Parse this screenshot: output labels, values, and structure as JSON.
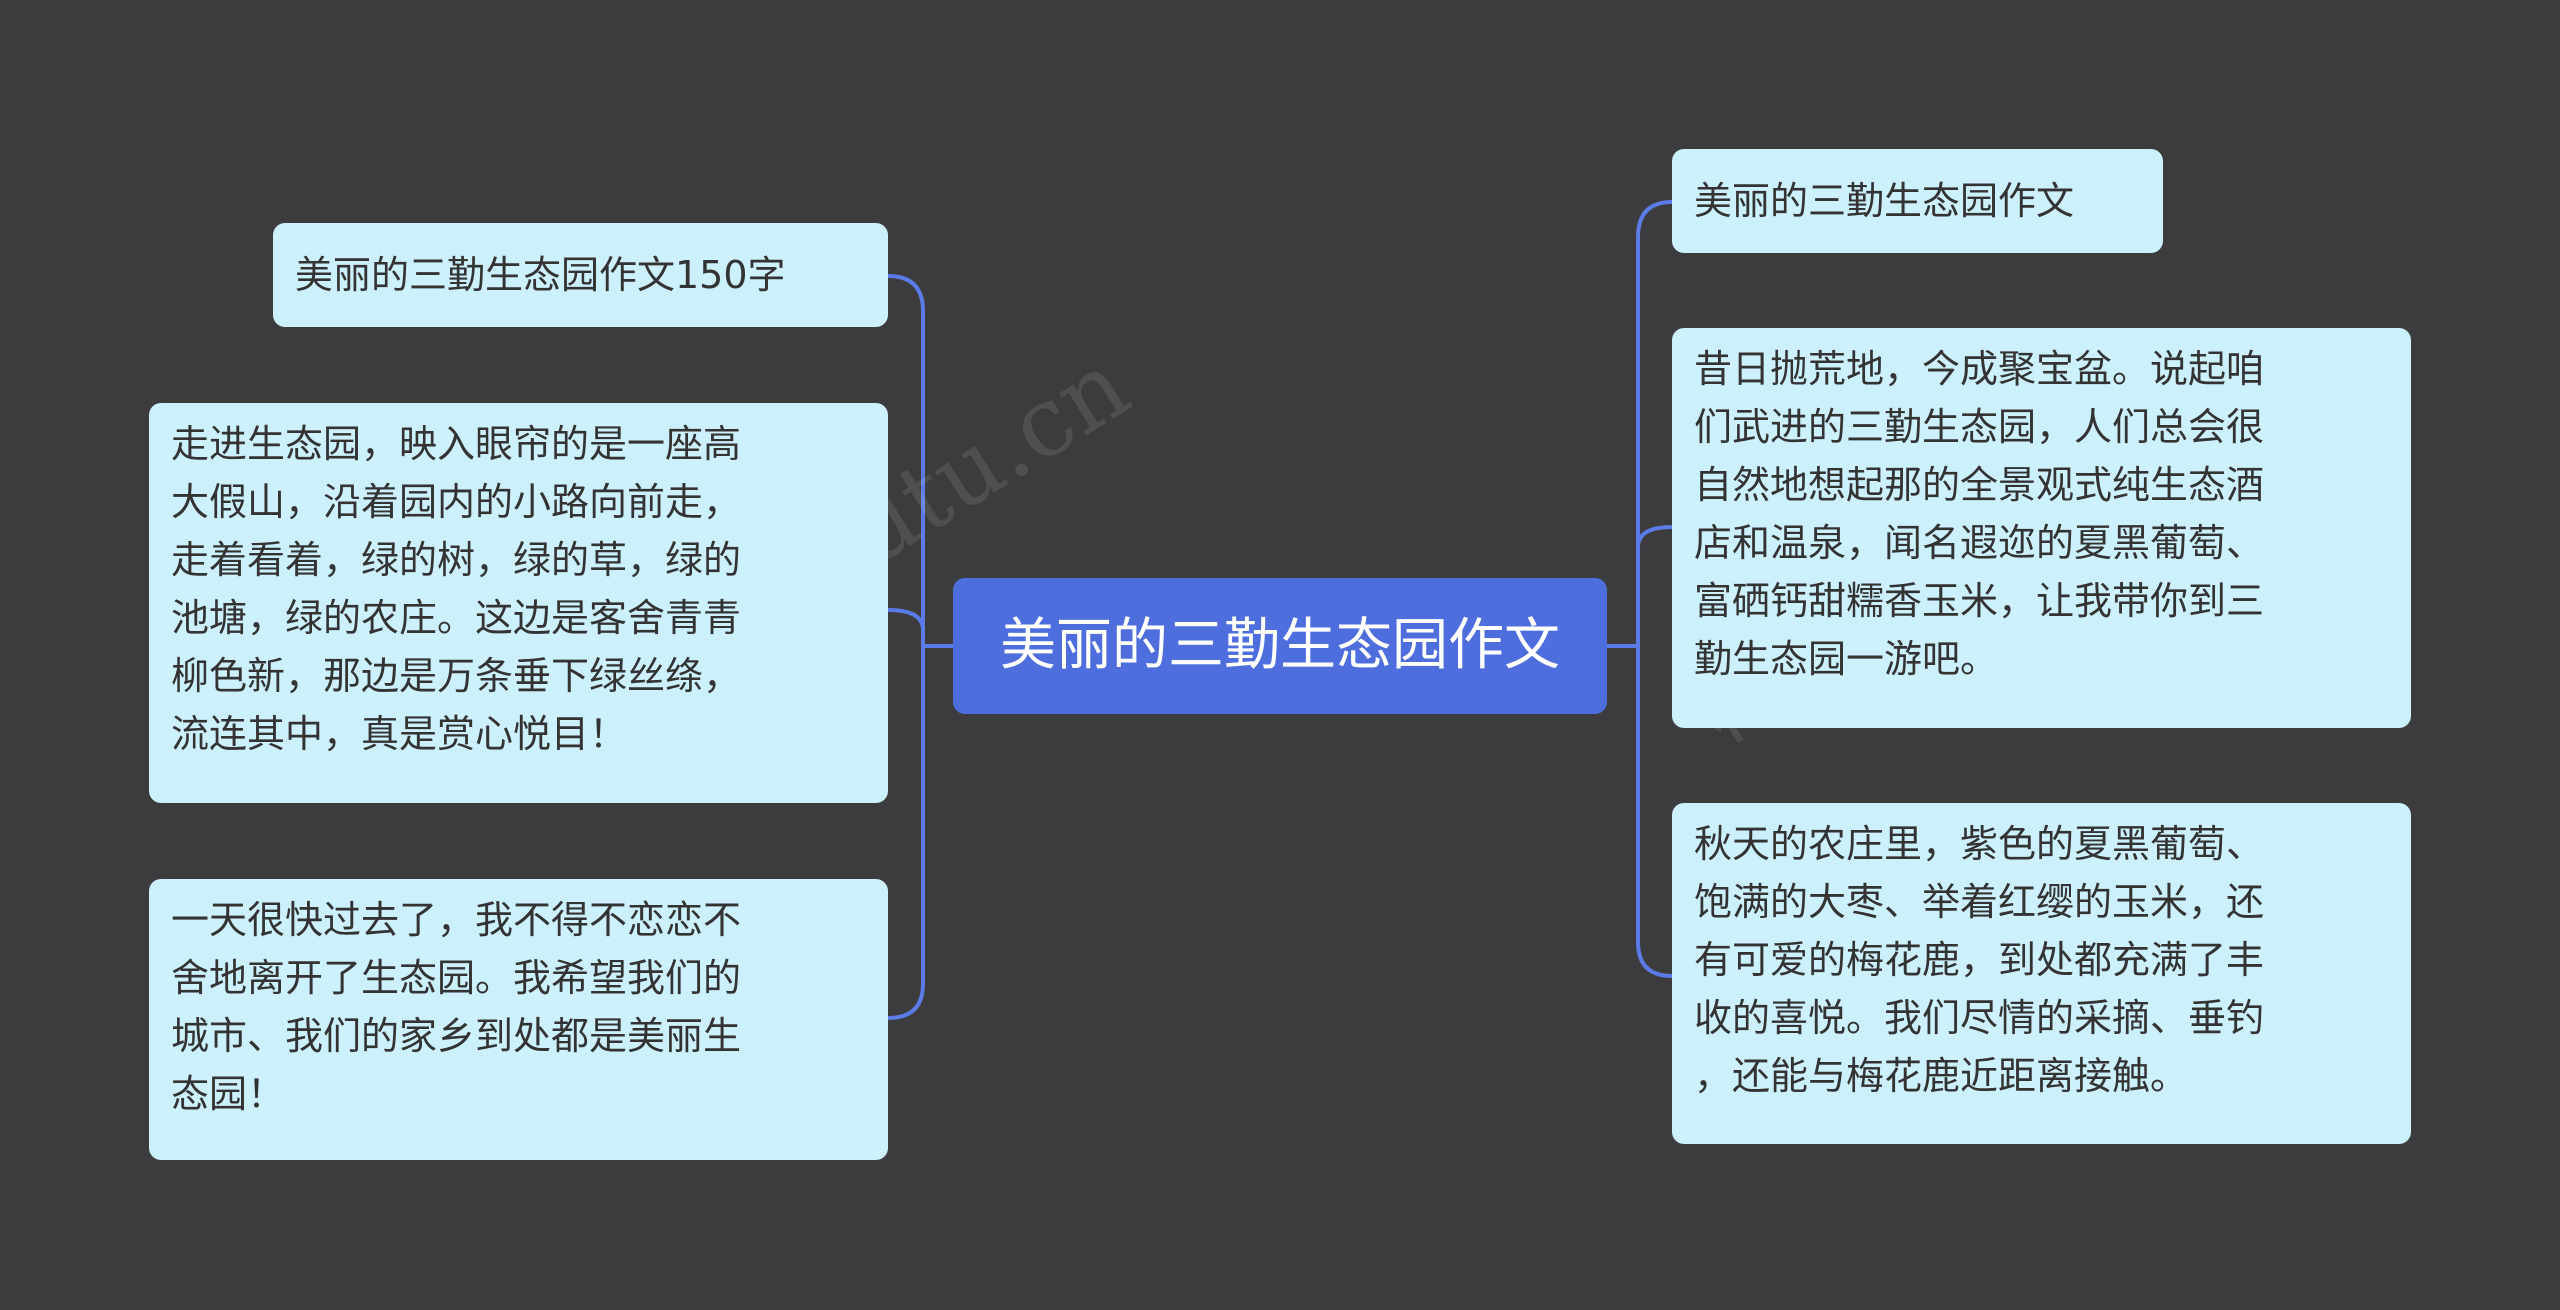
{
  "center": {
    "label": "美丽的三勤生态园作文"
  },
  "left_branches": [
    {
      "text": "美丽的三勤生态园作文150字"
    },
    {
      "text": "走进生态园，映入眼帘的是一座高\n大假山，沿着园内的小路向前走，\n走着看着，绿的树，绿的草，绿的\n池塘，绿的农庄。这边是客舍青青\n柳色新，那边是万条垂下绿丝绦，\n流连其中，真是赏心悦目！"
    },
    {
      "text": "一天很快过去了，我不得不恋恋不\n舍地离开了生态园。我希望我们的\n城市、我们的家乡到处都是美丽生\n态园！"
    }
  ],
  "right_branches": [
    {
      "text": "美丽的三勤生态园作文"
    },
    {
      "text": "昔日抛荒地，今成聚宝盆。说起咱\n们武进的三勤生态园，人们总会很\n自然地想起那的全景观式纯生态酒\n店和温泉，闻名遐迩的夏黑葡萄、\n富硒钙甜糯香玉米，让我带你到三\n勤生态园一游吧。"
    },
    {
      "text": "秋天的农庄里，紫色的夏黑葡萄、\n饱满的大枣、举着红缨的玉米，还\n有可爱的梅花鹿，到处都充满了丰\n收的喜悦。我们尽情的采摘、垂钓\n，还能与梅花鹿近距离接触。"
    }
  ],
  "colors": {
    "background": "#3c3b3d",
    "center_fill": "#4f6ede",
    "node_fill": "#ccf0fc",
    "connector": "#5b7be6"
  }
}
